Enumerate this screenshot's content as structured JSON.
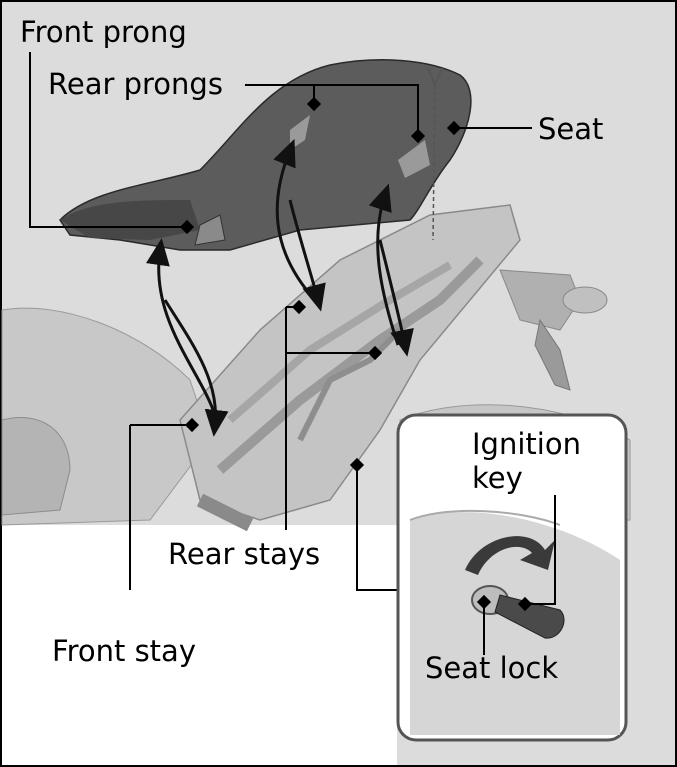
{
  "labels": {
    "front_prong": "Front prong",
    "rear_prongs": "Rear prongs",
    "seat": "Seat",
    "ignition_key_line1": "Ignition",
    "ignition_key_line2": "key",
    "rear_stays": "Rear stays",
    "front_stay": "Front stay",
    "seat_lock": "Seat lock"
  },
  "colors": {
    "background": "#d9d9d9",
    "seat": "#5a5a5a",
    "frame": "#b8b8b8",
    "leader": "#000000"
  }
}
